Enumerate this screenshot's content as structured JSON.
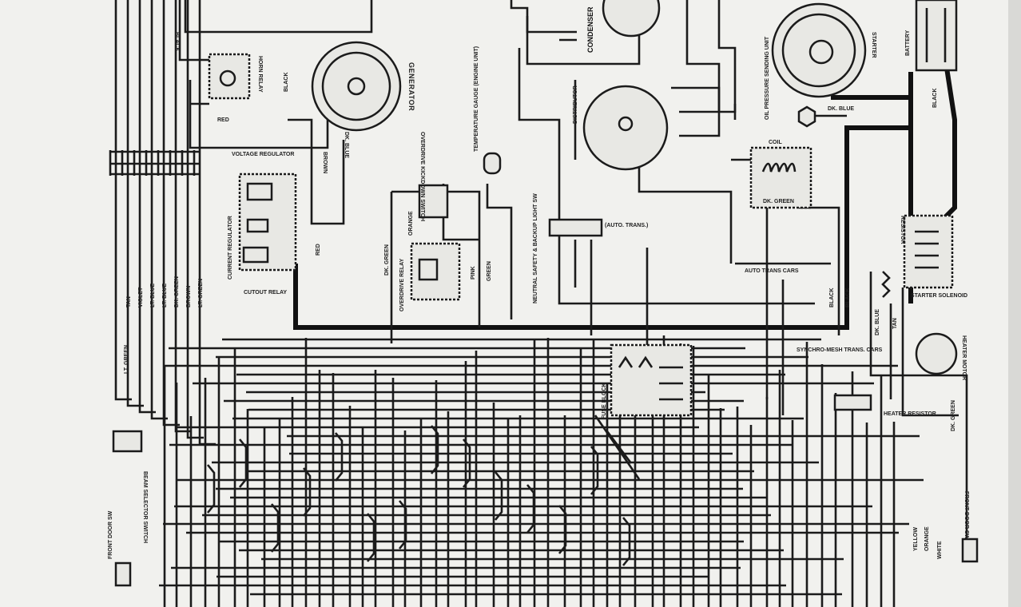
{
  "diagram": {
    "title": "Automotive wiring diagram",
    "components": {
      "horn_relay": "HORN RELAY",
      "generator": "GENERATOR",
      "voltage_regulator": "VOLTAGE REGULATOR",
      "current_regulator": "CURRENT REGULATOR",
      "cutout_relay": "CUTOUT RELAY",
      "overdrive_kickdown_switch": "OVERDRIVE KICKDOWN SWITCH",
      "overdrive_relay": "OVERDRIVE RELAY",
      "temperature_gauge": "TEMPERATURE GAUGE (ENGINE UNIT)",
      "distributor": "DISTRIBUTOR",
      "condenser": "CONDENSER",
      "oil_pressure": "OIL PRESSURE SENDING UNIT",
      "coil": "COIL",
      "starter": "STARTER",
      "battery": "BATTERY",
      "neutral_safety": "NEUTRAL SAFETY & BACKUP LIGHT SW",
      "auto_trans_note": "(AUTO. TRANS.)",
      "auto_trans_cars": "AUTO TRANS CARS",
      "synchro_mesh": "SYNCHRO-MESH TRANS. CARS",
      "resistor": "RESISTOR",
      "starter_solenoid": "STARTER SOLENOID",
      "heater_motor": "HEATER MOTOR",
      "heater_resistor": "HEATER RESISTOR",
      "fuse_block": "FUSE BLOCK",
      "beam_selector": "BEAM SELECTOR SWITCH",
      "front_door_sw_left": "FRONT DOOR SW",
      "front_door_sw_right": "FRONT DOOR SW"
    },
    "wire_labels": {
      "black": "BLACK",
      "red": "RED",
      "brown": "BROWN",
      "dk_blue": "DK. BLUE",
      "dk_blue2": "DK. BLUE",
      "dk_green": "DK. GREEN",
      "dk_green_coil": "DK. GREEN",
      "dk_green_heater": "DK. GREEN",
      "orange": "ORANGE",
      "pink": "PINK",
      "green": "GREEN",
      "lt_green": "LT. GREEN",
      "black_bat": "BLACK",
      "black_sol": "BLACK",
      "black_sol2": "BLACK",
      "tan": "TAN",
      "yellow": "YELLOW",
      "white": "WHITE",
      "orange_r": "ORANGE"
    },
    "bundle_labels": [
      "TAN",
      "VIOLET",
      "LT. BLUE",
      "LT. BLUE",
      "DK. GREEN",
      "BROWN",
      "LT. GREEN"
    ]
  }
}
